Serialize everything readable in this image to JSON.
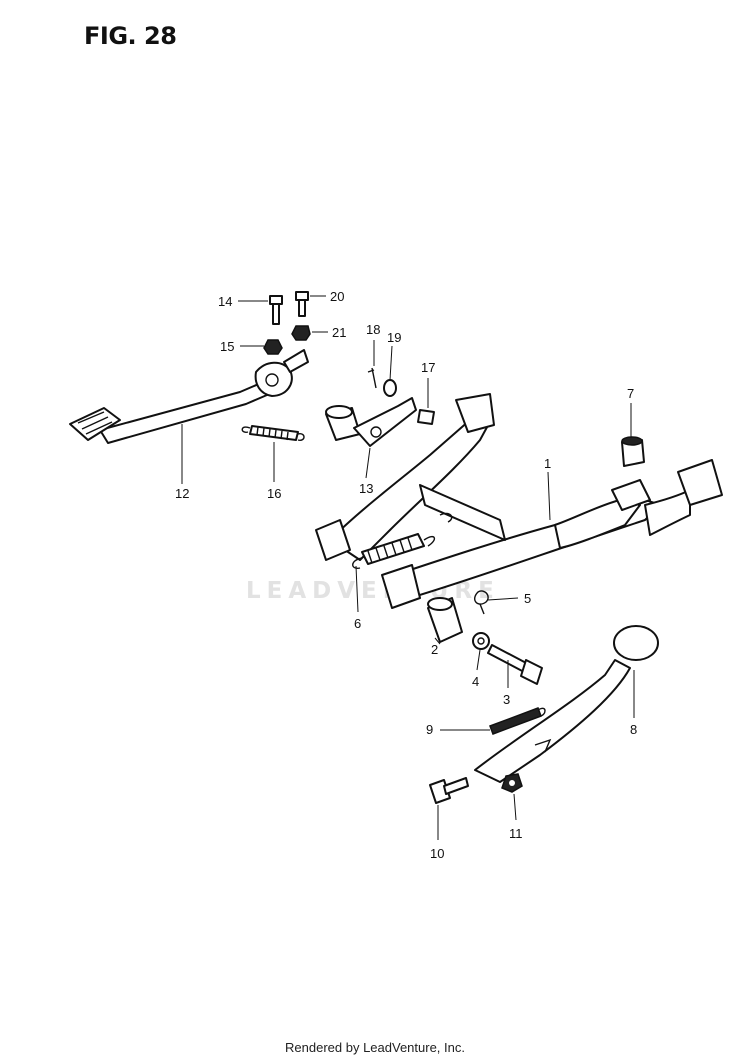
{
  "figure": {
    "title": "FIG. 28"
  },
  "watermark": "LEADVENTURE",
  "footer": "Rendered by LeadVenture, Inc.",
  "callouts": [
    {
      "id": "1",
      "label": "1"
    },
    {
      "id": "2",
      "label": "2"
    },
    {
      "id": "3",
      "label": "3"
    },
    {
      "id": "4",
      "label": "4"
    },
    {
      "id": "5",
      "label": "5"
    },
    {
      "id": "6",
      "label": "6"
    },
    {
      "id": "7",
      "label": "7"
    },
    {
      "id": "8",
      "label": "8"
    },
    {
      "id": "9",
      "label": "9"
    },
    {
      "id": "10",
      "label": "10"
    },
    {
      "id": "11",
      "label": "11"
    },
    {
      "id": "12",
      "label": "12"
    },
    {
      "id": "13",
      "label": "13"
    },
    {
      "id": "14",
      "label": "14"
    },
    {
      "id": "15",
      "label": "15"
    },
    {
      "id": "16",
      "label": "16"
    },
    {
      "id": "17",
      "label": "17"
    },
    {
      "id": "18",
      "label": "18"
    },
    {
      "id": "19",
      "label": "19"
    },
    {
      "id": "20",
      "label": "20"
    },
    {
      "id": "21",
      "label": "21"
    }
  ]
}
